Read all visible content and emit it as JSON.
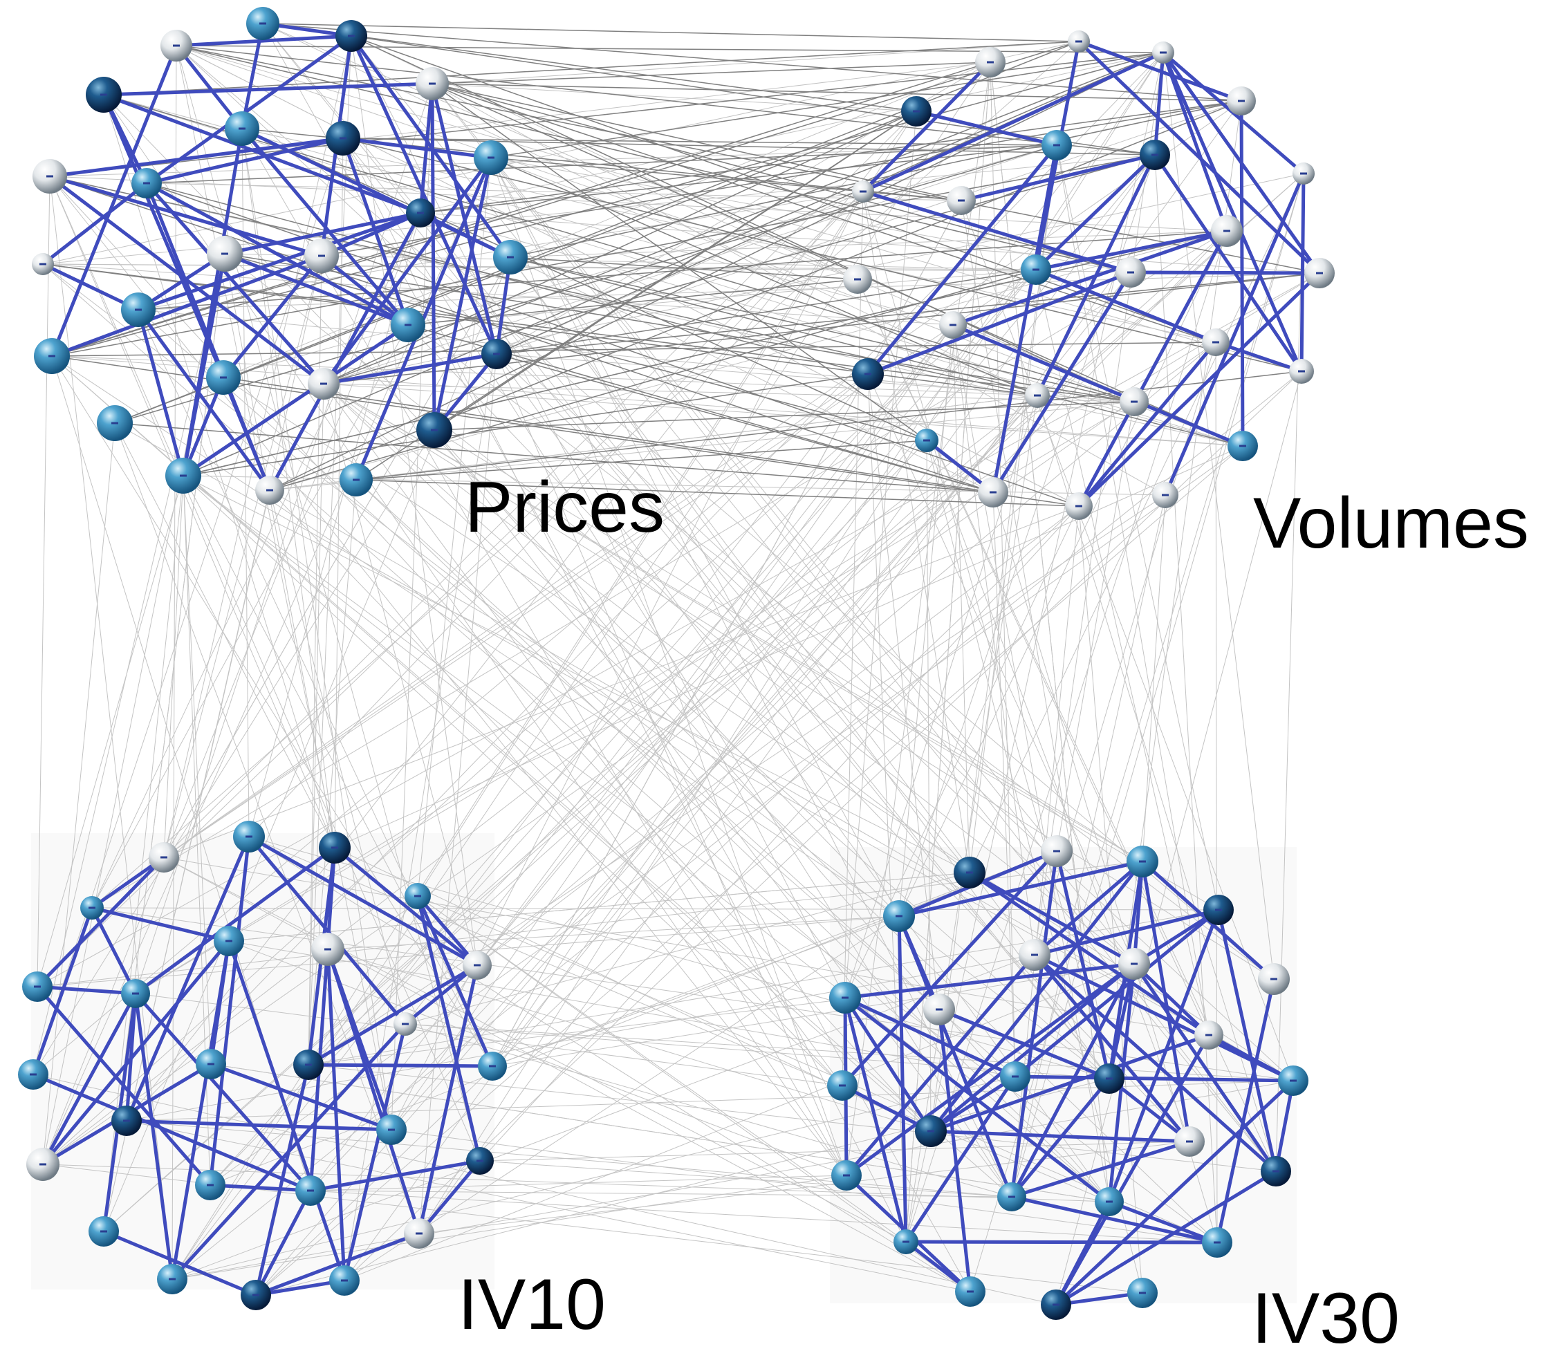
{
  "labels": {
    "prices": "Prices",
    "volumes": "Volumes",
    "iv10": "IV10",
    "iv30": "IV30"
  },
  "colors": {
    "intra_edge": "#3f4bbd",
    "inter_edge_strong": "#808080",
    "inter_edge_faint": "#c4c4c4",
    "node_dark": "#0d2f5a",
    "node_mid": "#2f86b6",
    "node_light": "#d8dde2"
  }
}
